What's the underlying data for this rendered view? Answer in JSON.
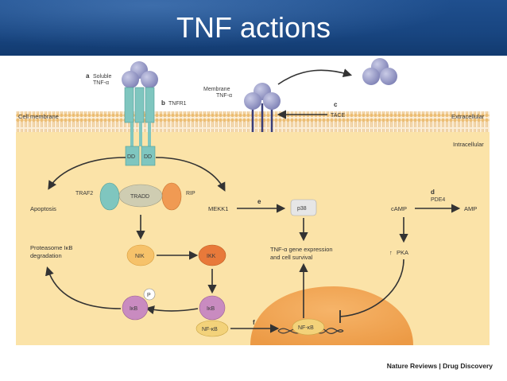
{
  "slide": {
    "title": "TNF actions"
  },
  "labels": {
    "a": "a",
    "soluble_1": "Soluble",
    "soluble_2": "TNF-α",
    "b": "b",
    "tnfr1": "TNFR1",
    "membrane_1": "Membrane",
    "membrane_2": "TNF-α",
    "c": "c",
    "tace": "TACE",
    "cell_membrane": "Cell membrane",
    "extracellular": "Extracellular",
    "intracellular": "Intracellular",
    "dd1": "DD",
    "dd2": "DD",
    "traf2": "TRAF2",
    "tradd": "TRADD",
    "rip": "RIP",
    "apoptosis": "Apoptosis",
    "mekk1": "MEKK1",
    "e": "e",
    "p38": "p38",
    "d": "d",
    "camp": "cAMP",
    "pde4": "PDE4",
    "amp": "AMP",
    "nik": "NIK",
    "ikk": "IKK",
    "gene_expr_1": "TNF-α gene expression",
    "gene_expr_2": "and cell survival",
    "pka": "PKA",
    "proteasome_1": "Proteasome IκB",
    "proteasome_2": "degradation",
    "p": "P",
    "ikb1": "IκB",
    "ikb2": "IκB",
    "nfkb1": "NF-κB",
    "f": "f",
    "nfkb2": "NF-κB"
  },
  "credit": {
    "part1": "Nature Reviews",
    "separator": " | ",
    "part2": "Drug Discovery"
  },
  "colors": {
    "header": "#184580",
    "cytoplasm": "#fbe2a6",
    "membrane": "#e9b86a",
    "receptor": "#7fc6bf",
    "ligand": "#9a9cc8",
    "nik": "#f6c26a",
    "ikk": "#e8793a",
    "ikb": "#c98bc0",
    "nucleus": "#f0a855",
    "p38": "#e6e6e6"
  }
}
